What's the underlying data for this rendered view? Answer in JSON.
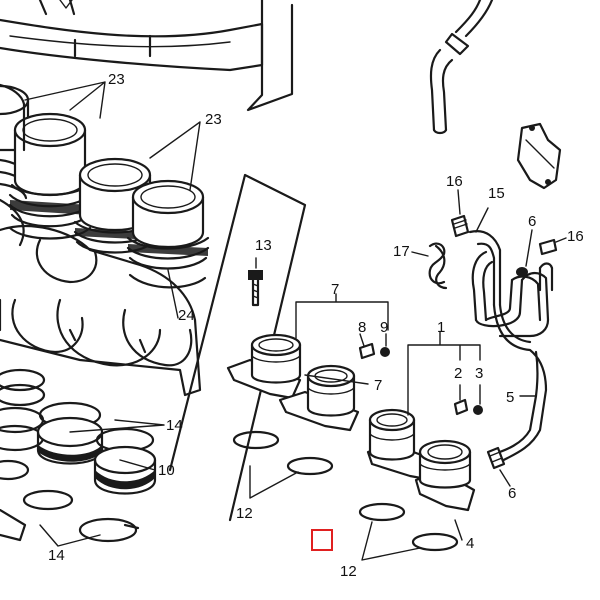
{
  "diagram": {
    "callouts": [
      "23",
      "23",
      "24",
      "14",
      "14",
      "10",
      "13",
      "7",
      "8",
      "9",
      "7",
      "1",
      "2",
      "3",
      "16",
      "15",
      "6",
      "16",
      "17",
      "5",
      "6",
      "12",
      "12",
      "4"
    ]
  },
  "selection": {
    "color": "#e02020"
  }
}
